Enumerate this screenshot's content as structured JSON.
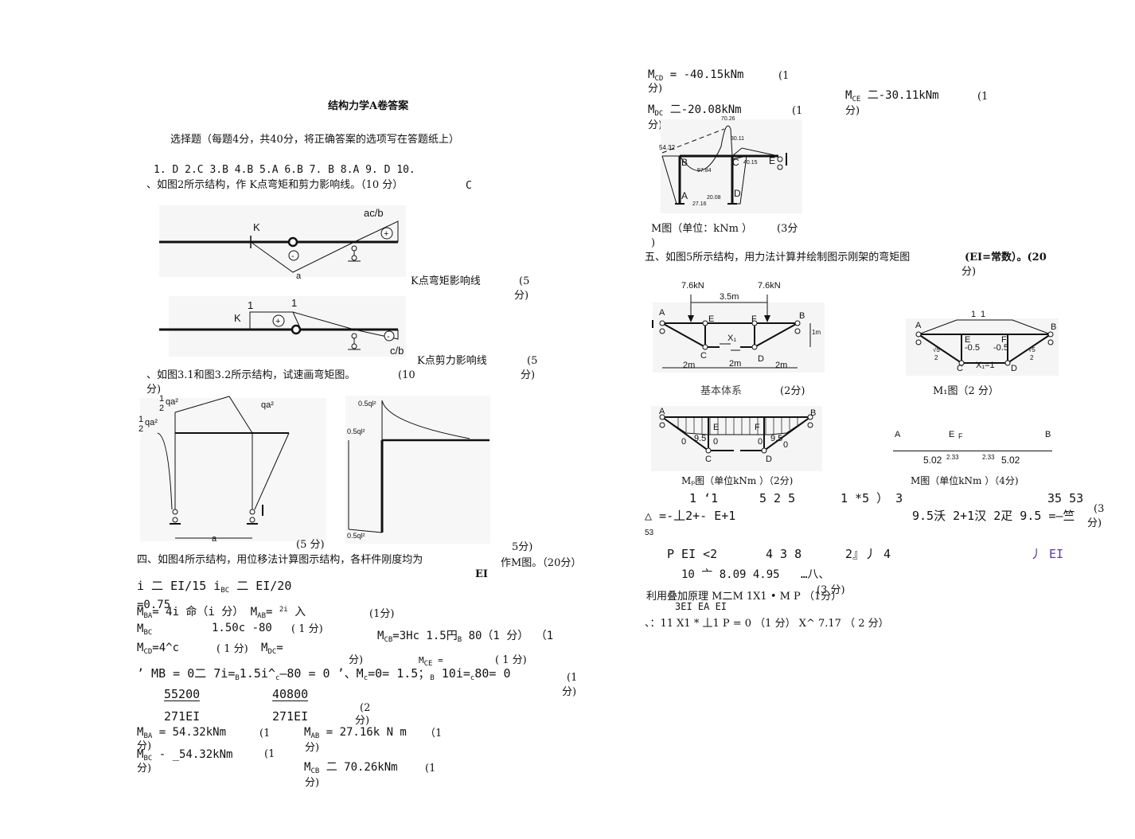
{
  "left": {
    "title": "结构力学A卷答案",
    "q1": {
      "header": "选择题（每题4分，共40分，将正确答案的选项写在答题纸上）",
      "answers": "1. D 2.C   3.B   4.B  5.A  6.B  7. B 8.A     9. D      10.",
      "answer10": "C"
    },
    "q2": {
      "header": "、如图2所示结构，作 K点弯矩和剪力影响线。（10 分）",
      "fig1": {
        "lbl_k": "K",
        "lbl_acb": "ac/b",
        "lbl_plus": "+",
        "lbl_minus": "-",
        "lbl_bottom": "a"
      },
      "cap1": "K点弯矩影响线",
      "score1a": "(5",
      "score1b": "分)",
      "fig2": {
        "lbl_1a": "1",
        "lbl_1b": "1",
        "lbl_k": "K",
        "lbl_plus": "+",
        "lbl_minus": "-",
        "lbl_cb": "c/b"
      },
      "cap2": "K点剪力影响线",
      "score2a": "(5",
      "score2b": "分)"
    },
    "q3": {
      "header": "、如图3.1和图3.2所示结构，试速画弯矩图。",
      "score_a": "(10",
      "score_b": "分)",
      "score_c": "分)",
      "fig1": {
        "lbl_half1": "1",
        "lbl_half2": "2",
        "lbl_qa2_1": "qa²",
        "lbl_half3": "1",
        "lbl_half4": "2",
        "lbl_qa2_2": "qa²",
        "lbl_qa2_3": "qa²",
        "lbl_a": "a"
      },
      "fig1_score": "(5 分)",
      "fig2": {
        "lbl_top": "0.5ql²",
        "lbl_mid": "0.5ql²",
        "lbl_bot": "0.5ql²"
      },
      "fig2_score": "5分)"
    },
    "q4": {
      "header": "四、如图4所示结构，用位移法计算图示结构，各杆件刚度均为",
      "ei": "EI",
      "tail": "作M图。（20分）",
      "l1": "i 二 EI/15 i",
      "l1sub": "BC",
      "l1b": "二 EI/20",
      "l2a": "=0.75",
      "l2pre": "M",
      "l2sub": "BA",
      "l2b": "= 4i 命（i 分）",
      "l2c": "M",
      "l2csub": "AB",
      "l2d": "= ",
      "l2sup": "2i",
      "l2e": " 入",
      "l2score": "(1分)",
      "l3a": "M",
      "l3asub": "BC",
      "l3b": "1.50c -80",
      "l3score": "( 1 分)",
      "l3c": "M",
      "l3csub": "CB",
      "l3d": "=3Hc  1.5円",
      "l3dsub": "B",
      "l3e": " 80（1 分） （1",
      "l4a": "M",
      "l4asub": "CD",
      "l4b": "=4^c",
      "l4score": "( 1 分)",
      "l4c": "M",
      "l4csub": "DC",
      "l4d": "=",
      "l4e": "分)",
      "l4f": "M",
      "l4fsub": "CE",
      "l4g": " =",
      "l4h": "( 1 分)",
      "l5": "’ MB = 0二 7i=",
      "l5sub": "B",
      "l5b": "1.5i^",
      "l5c": "—80 = 0   ’、M",
      "l5d": "c",
      "l5e": "=0= 1.5；",
      "l5f": "B",
      "l5g": " 10i=",
      "l5h": "c",
      "l5i": "80= 0",
      "l5s1": "(1",
      "l5s2": "分)",
      "frac1_num": "55200",
      "frac1_den": "271EI",
      "frac2_num": "40800",
      "frac2_den": "271EI",
      "frac_score1": "(2",
      "frac_score2": "分)",
      "mba": "M",
      "mba_sub": "BA",
      "mba_val": " = 54.32kNm",
      "mba_s": "(1",
      "mab": "M",
      "mab_sub": "AB",
      "mab_val": " = 27.16k N m",
      "mab_s": "（1",
      "mbc": "M",
      "mbc_sub": "BC",
      "mbc_val": " - _54.32kNm",
      "mbc_s": "(1",
      "fen1": "分)",
      "fen2": "分)",
      "fen3": "分)",
      "mcb": "M",
      "mcb_sub": "CB",
      "mcb_val": " 二 70.26kNm",
      "mcb_s": "(1",
      "fen4": "分)"
    }
  },
  "right": {
    "mcd": "M",
    "mcd_sub": "CD",
    "mcd_val": " = -40.15kNm",
    "mcd_s": "(1",
    "mcd_f": "分)",
    "mdc": "M",
    "mdc_sub": "DC",
    "mdc_val": " 二-20.08kNm",
    "mdc_s": "(1",
    "mdc_f": "分)",
    "mce": "M",
    "mce_sub": "CE",
    "mce_val": " 二-30.11kNm",
    "mce_s": "(1",
    "mce_f": "分)",
    "frame": {
      "v7026": "70.26",
      "v5432": "54.32",
      "v3011": "30.11",
      "v5784": "57.84",
      "v4015": "40.15",
      "v2716": "27.16",
      "v2008": "20.08",
      "A": "A",
      "B": "B",
      "C": "C",
      "D": "D",
      "E": "E"
    },
    "frame_cap": "M图（单位：kNm ）",
    "frame_score": "(3分",
    "frame_paren": ")",
    "q5": {
      "header": "五、如图5所示结构，用力法计算并绘制图示刚架的弯矩图",
      "ei": "(EI=常数）。(20",
      "fen": "分)",
      "basic": {
        "f1": "7.6kN",
        "f2": "7.6kN",
        "d35": "3.5m",
        "A": "A",
        "B": "B",
        "E": "E",
        "F": "F",
        "C": "C",
        "D": "D",
        "X1": "X₁",
        "d1": "2m",
        "d2": "2m",
        "d3": "2m",
        "h": "1m"
      },
      "basic_cap": "基本体系",
      "basic_score": "(2分)",
      "m1": {
        "A": "A",
        "B": "B",
        "E": "E",
        "F": "F",
        "C": "C",
        "D": "D",
        "X1": "X₁=1",
        "v1": "1",
        "v2": "1",
        "n1": "-0.5",
        "n2": "-0.5",
        "r1": "√5",
        "r1b": "2",
        "r2": "√5",
        "r2b": "2"
      },
      "m1_cap": "M₁图（2 分）",
      "mp": {
        "A": "A",
        "B": "B",
        "E": "E",
        "F": "F",
        "C": "C",
        "D": "D",
        "z1": "0",
        "v1": "9.5",
        "z2": "0",
        "z3": "0",
        "v2": "9.5",
        "z4": "0"
      },
      "mp_cap": "Mₚ图（单位kNm ）（2分)",
      "mfin": {
        "A": "A",
        "E": "E",
        "F": "F",
        "B": "B",
        "l1": "5.02",
        "s1": "2.33",
        "s2": "2.33",
        "l2": "5.02"
      },
      "mfin_cap": "M图（单位kNm ）（4分)",
      "calc1a": "1  ‘1",
      "calc1b": "5 2 5",
      "calc1c": "1 *5  ）  3",
      "calc1d": "35 53",
      "calc1e": "(3",
      "calc2a": "△ =-丄2+- E+1",
      "calc2b": "9.5沃 2+1汉 2疋 9.5 =—竺",
      "calc2c": "分)",
      "calc3": "53",
      "calc4a": "P EI <2",
      "calc4b": "4 3 8",
      "calc4c": "2』丿 4",
      "calc4d": "丿 EI",
      "calc5a": "10 亠 8.09 4.95",
      "calc5b": "…八、",
      "calc5c": "(3 分)",
      "calc6": "利用叠加原理 M二M 1X1 • M P （1分）",
      "calc7": "3EI EA EI",
      "calc8": "、：11 X1 * 丄1 P = 0  （1 分） X^ 7.17 （ 2 分）"
    }
  }
}
